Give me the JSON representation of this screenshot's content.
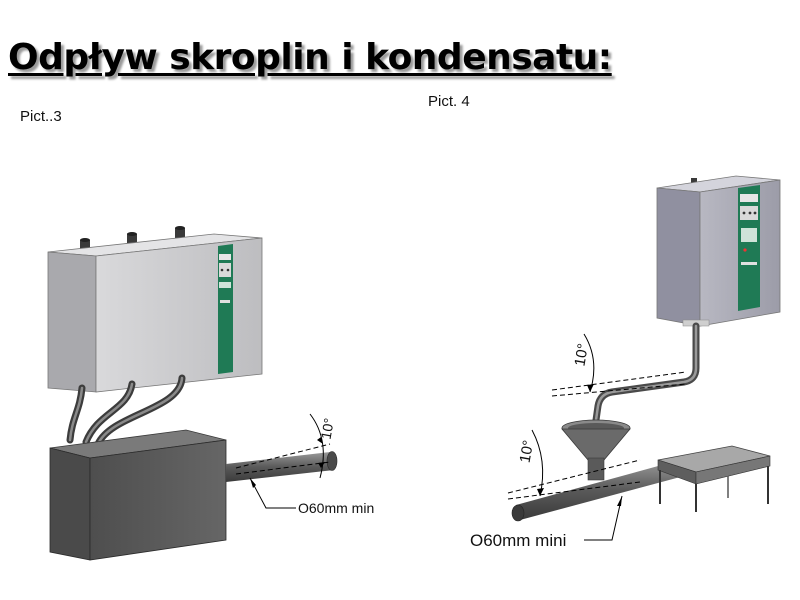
{
  "title": "Odpływ skroplin i kondensatu:",
  "figures": [
    {
      "label": "Pict..3",
      "angle": "10°",
      "pipe_label": "O60mm min"
    },
    {
      "label": "Pict. 4",
      "angle_upper": "10°",
      "angle_lower": "10°",
      "pipe_label": "O60mm mini"
    }
  ],
  "colors": {
    "housing": "#c9c9cb",
    "housing_front": "#b7b7ba",
    "panel_green": "#1f7a55",
    "tank": "#585858",
    "pipe": "#6a6a6a"
  }
}
